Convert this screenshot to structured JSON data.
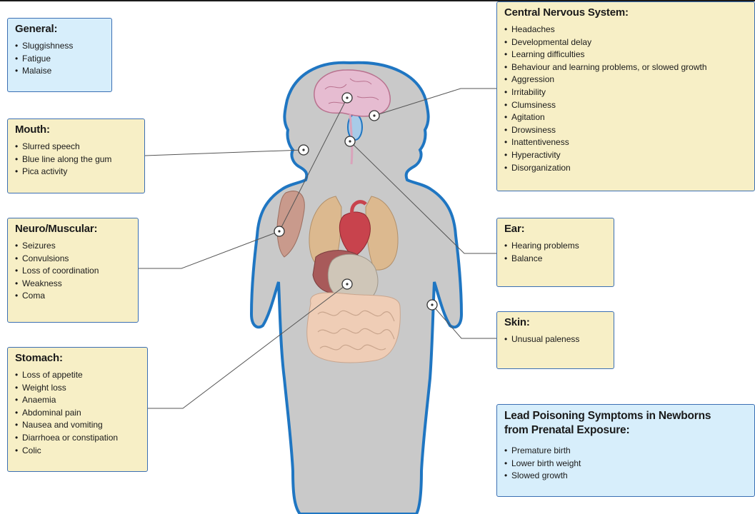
{
  "boxes": {
    "general": {
      "title": "General:",
      "items": [
        "Sluggishness",
        "Fatigue",
        "Malaise"
      ]
    },
    "mouth": {
      "title": "Mouth:",
      "items": [
        "Slurred speech",
        "Blue line along the gum",
        "Pica activity"
      ]
    },
    "neuro": {
      "title": "Neuro/Muscular:",
      "items": [
        "Seizures",
        "Convulsions",
        "Loss of coordination",
        "Weakness",
        "Coma"
      ]
    },
    "stomach": {
      "title": "Stomach:",
      "items": [
        "Loss of appetite",
        "Weight loss",
        "Anaemia",
        "Abdominal pain",
        "Nausea and vomiting",
        "Diarrhoea or constipation",
        "Colic"
      ]
    },
    "cns": {
      "title": "Central Nervous System:",
      "items": [
        "Headaches",
        "Developmental delay",
        "Learning difficulties",
        "Behaviour and learning problems, or slowed growth",
        "Aggression",
        "Irritability",
        "Clumsiness",
        "Agitation",
        "Drowsiness",
        "Inattentiveness",
        "Hyperactivity",
        "Disorganization"
      ]
    },
    "ear": {
      "title": "Ear:",
      "items": [
        "Hearing problems",
        "Balance"
      ]
    },
    "skin": {
      "title": "Skin:",
      "items": [
        "Unusual paleness"
      ]
    },
    "prenatal": {
      "title_line1": "Lead Poisoning Symptoms in Newborns",
      "title_line2": "from Prenatal Exposure:",
      "items": [
        "Premature birth",
        "Lower birth weight",
        "Slowed growth"
      ]
    }
  },
  "colors": {
    "box_fill_yellow": "#f7efc6",
    "box_fill_blue": "#d7eefb",
    "box_border": "#3b6fb3",
    "body_fill": "#c9c9c9",
    "body_outline": "#1f76c2",
    "connector_line": "#555555"
  }
}
